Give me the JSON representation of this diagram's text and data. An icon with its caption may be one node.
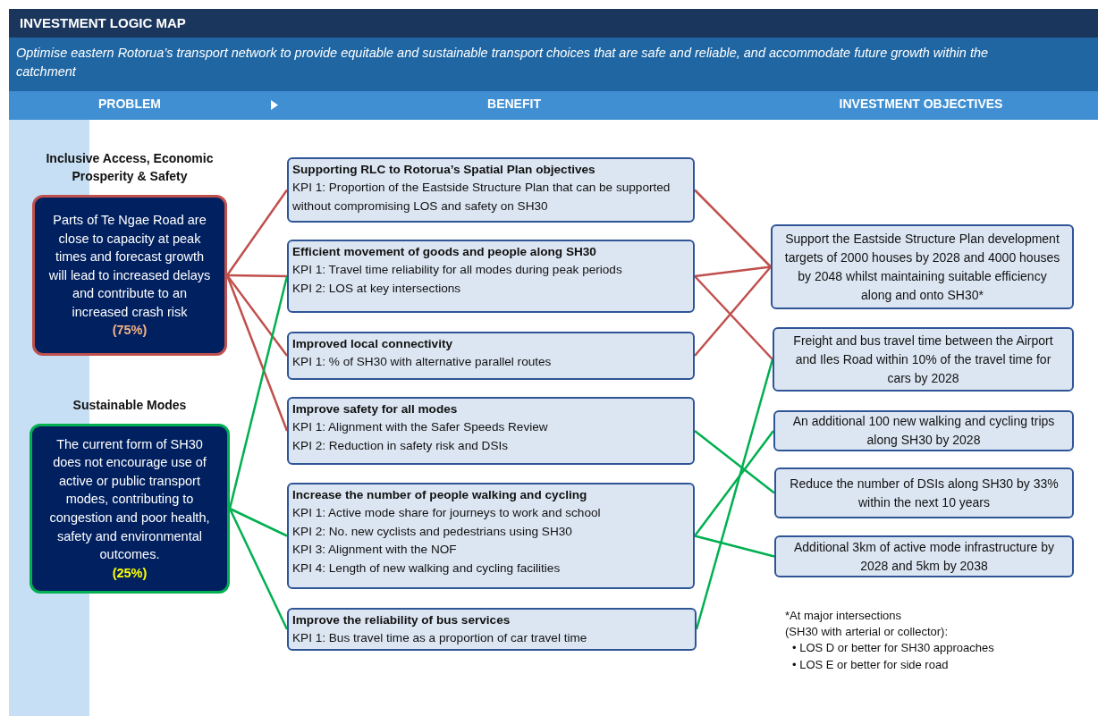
{
  "diagram": {
    "title": "INVESTMENT LOGIC MAP",
    "nodes": [
      {
        "text": [
          "Inclusive Access, Economic Prosperity & Safety",
          "Parts of Te Ngae Road are close to capacity at peak times and forecast growth will lead to increased delays and contribute to an increased crash risk",
          "(75%)"
        ]
      },
      {
        "text": [
          "Sustainable Modes",
          "The current form of SH30 does not encourage use of active or public transport modes, contributing to congestion and poor health, safety and environmental outcomes.",
          "(25%)"
        ]
      },
      {
        "text": [
          "Supporting RLC to Rotorua’s Spatial Plan objectives",
          "KPI 1: Proportion of the Eastside Structure Plan that can be supported without compromising LOS and safety on SH30"
        ]
      },
      {
        "text": [
          "Efficient movement of goods and people along SH30",
          "KPI 1: Travel time reliability for all modes during peak periods",
          "KPI 2: LOS at key intersections"
        ]
      },
      {
        "text": [
          "Improved local connectivity",
          "KPI 1: % of SH30 with alternative parallel routes"
        ]
      },
      {
        "text": [
          "Improve safety for all modes",
          "KPI 1: Alignment with the Safer Speeds Review",
          "KPI 2: Reduction in safety risk and DSIs"
        ]
      },
      {
        "text": [
          "Increase the number of people walking and cycling",
          "KPI 1: Active mode share for journeys to work and school",
          "KPI 2: No. new cyclists and pedestrians using SH30",
          "KPI 3: Alignment with the NOF",
          "KPI 4: Length of new walking and cycling facilities"
        ]
      },
      {
        "text": [
          "Improve the reliability of bus services",
          "KPI 1: Bus travel time as a proportion of car travel time"
        ]
      },
      {
        "text": [
          "Support the Eastside Structure Plan development targets of 2000 houses by 2028 and 4000 houses by 2048 whilst maintaining suitable efficiency along and onto SH30*"
        ]
      },
      {
        "text": [
          "Freight and bus travel time between the Airport and Iles Road within 10% of the travel time for cars by 2028"
        ]
      },
      {
        "text": [
          "An additional 100 new walking and cycling trips along SH30 by 2028"
        ]
      },
      {
        "text": [
          "Reduce the number of DSIs along SH30 by 33% within the next 10 years"
        ]
      },
      {
        "text": [
          "Additional 3km of active mode infrastructure by 2028 and 5km by 2038"
        ]
      }
    ],
    "edges": [
      {
        "from": 0,
        "to": 2,
        "arrow": "none"
      },
      {
        "from": 0,
        "to": 3,
        "arrow": "none"
      },
      {
        "from": 0,
        "to": 4,
        "arrow": "none"
      },
      {
        "from": 0,
        "to": 5,
        "arrow": "none"
      },
      {
        "from": 1,
        "to": 3,
        "arrow": "none",
        "color": "#00b050"
      },
      {
        "from": 1,
        "to": 6,
        "arrow": "none",
        "color": "#00b050"
      },
      {
        "from": 1,
        "to": 7,
        "arrow": "none",
        "color": "#00b050"
      },
      {
        "from": 2,
        "to": 8,
        "arrow": "none"
      },
      {
        "from": 3,
        "to": 8,
        "arrow": "none"
      },
      {
        "from": 3,
        "to": 9,
        "arrow": "none"
      },
      {
        "from": 4,
        "to": 8,
        "arrow": "none"
      },
      {
        "from": 5,
        "to": 11,
        "arrow": "none",
        "color": "#00b050"
      },
      {
        "from": 6,
        "to": 10,
        "arrow": "none",
        "color": "#00b050"
      },
      {
        "from": 6,
        "to": 12,
        "arrow": "none",
        "color": "#00b050"
      },
      {
        "from": 7,
        "to": 9,
        "arrow": "none",
        "color": "#00b050"
      }
    ],
    "labels": [
      "Optimise eastern Rotorua’s transport network to provide equitable and sustainable transport choices that are safe and reliable, and accommodate future growth within the catchment",
      "PROBLEM",
      "BENEFIT",
      "INVESTMENT OBJECTIVES",
      "*At major intersections",
      "(SH30 with arterial or collector):",
      "• LOS D or better for SH30 approaches",
      "• LOS E or better for side road"
    ]
  }
}
